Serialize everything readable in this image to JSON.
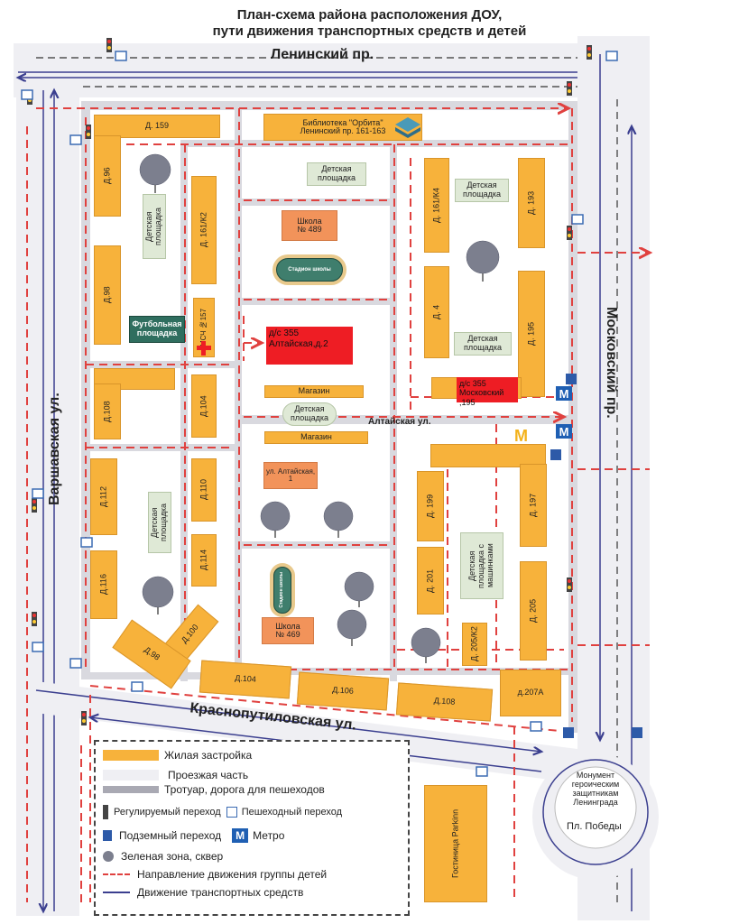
{
  "title_line1": "План-схема района расположения ДОУ,",
  "title_line2": "пути движения транспортных средств и детей",
  "streets": {
    "leninsky": "Ленинский пр.",
    "moskovsky": "Московский пр.",
    "varshavskaya": "Варшавская ул.",
    "krasnoputilovskaya": "Краснопутиловская ул.",
    "altaiskaya": "Алтайская ул."
  },
  "buildings": {
    "d159": "Д. 159",
    "d96": "Д.96",
    "d98_top": "Д.98",
    "d161k2": "Д. 161/К2",
    "d108": "Д.108",
    "d104_mid": "Д.104",
    "d112": "Д.112",
    "d110": "Д.110",
    "d114": "Д.114",
    "d116": "Д.116",
    "d100": "Д.100",
    "d98_bottom": "Д.98",
    "d104_bottom": "Д.104",
    "d106": "Д.106",
    "d108_bottom": "Д.108",
    "d207a": "д.207А",
    "d161k4": "Д. 161/К4",
    "d193": "Д. 193",
    "d4": "Д. 4",
    "d195": "Д. 195",
    "d199": "Д. 199",
    "d197": "Д. 197",
    "d201": "Д. 201",
    "d205k2": "Д. 205/К2",
    "d205": "Д. 205",
    "school_top_label": "Школа",
    "school_top_num": "№ 489",
    "school_bottom_label": "Школа",
    "school_bottom_num": "№ 469",
    "altaiskaya1": "ул. Алтайская, 1",
    "shop1": "Магазин",
    "shop2": "Магазин",
    "library_line1": "Библиотека \"Орбита\"",
    "library_line2": "Ленинский пр. 161-163",
    "msch": "МСЧ №157",
    "hotel": "Гостиница Parkinn"
  },
  "areas": {
    "playground_1": "Детская площадка",
    "playground_2": "Детская площадка",
    "playground_3": "Детская площадка",
    "playground_4": "Детская площадка",
    "playground_5": "Детская площадка",
    "playground_6": "Детская площадка с машинками",
    "football": "Футбольная площадка",
    "stadium_top": "Стадион школы",
    "stadium_bottom": "Стадион школы"
  },
  "kindergartens": [
    {
      "line1": "д/с 355",
      "line2": "Алтайская,д.2"
    },
    {
      "line1": "д/с 355",
      "line2": "Московский ,195"
    }
  ],
  "metro_letter": "M",
  "monument_line1": "Монумент",
  "monument_line2": "героическим",
  "monument_line3": "защитникам",
  "monument_line4": "Ленинграда",
  "square": "Пл. Победы",
  "legend": {
    "residential": "Жилая застройка",
    "roadway": "Проезжая часть",
    "sidewalk": "Тротуар, дорога для пешеходов",
    "regulated": "Регулируемый переход",
    "pedestrian": "Пешеходный переход",
    "underground": "Подземный переход",
    "metro": "Метро",
    "green": "Зеленая зона, сквер",
    "children_path": "Направление движения группы детей",
    "vehicles": "Движение транспортных средств"
  },
  "colors": {
    "residential": "#f7b23b",
    "kindergarten": "#ee1d24",
    "children_path": "#e0413f",
    "vehicles": "#3b3f8f",
    "metro": "#1f5fb3",
    "sidewalk": "#c9c9cf"
  }
}
